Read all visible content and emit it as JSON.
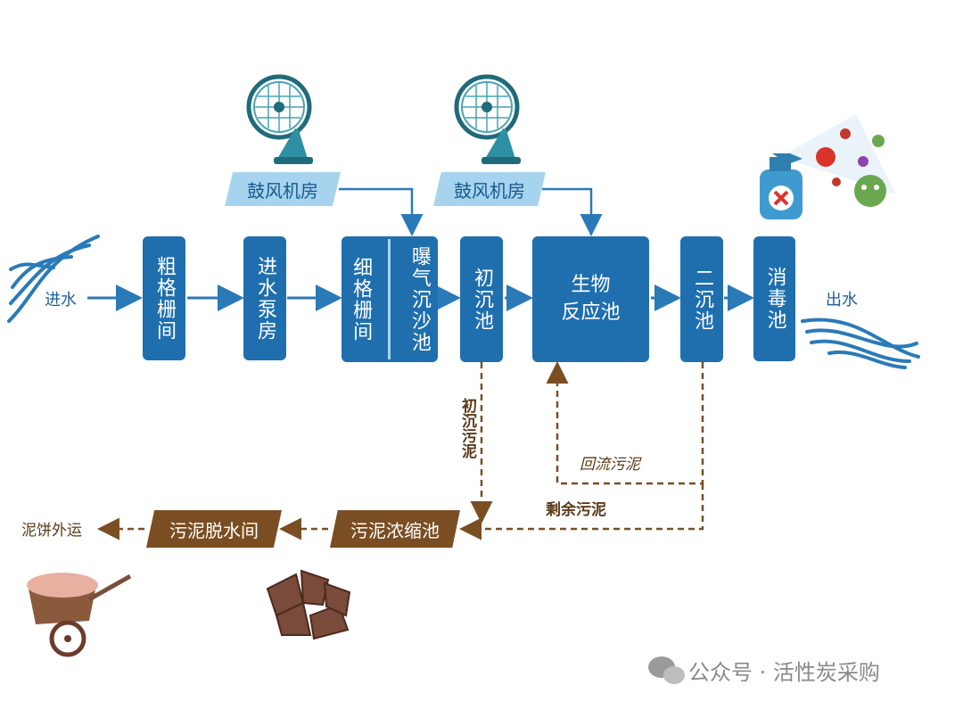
{
  "process": {
    "inlet": "进水",
    "outlet": "出水",
    "coarse_screen": "粗格栅间",
    "pump_room": "进水泵房",
    "fine_screen": "细格栅间",
    "aerated_grit": "曝气沉沙池",
    "primary_clarifier": "初沉池",
    "bio_reactor": "生物\n反应池",
    "secondary_clarifier": "二沉池",
    "disinfection": "消毒池",
    "blower_room_1": "鼓风机房",
    "blower_room_2": "鼓风机房"
  },
  "sludge": {
    "primary_sludge": "初沉污泥",
    "return_sludge": "回流污泥",
    "excess_sludge": "剩余污泥",
    "thickener": "污泥浓缩池",
    "dewatering": "污泥脱水间",
    "cake_out": "泥饼外运"
  },
  "watermark": "公众号 · 活性炭采购",
  "colors": {
    "process_box": "#1f6fae",
    "air_label": "#a6d4ee",
    "sludge_box": "#7a4e22",
    "sludge_line": "#7a4e22",
    "arrow": "#2a7ab8"
  },
  "icons": [
    "fan-icon",
    "water-splash-icon",
    "disinfectant-spray-icon",
    "virus-icon",
    "wheelbarrow-icon",
    "sludge-cake-icon",
    "wechat-icon"
  ]
}
